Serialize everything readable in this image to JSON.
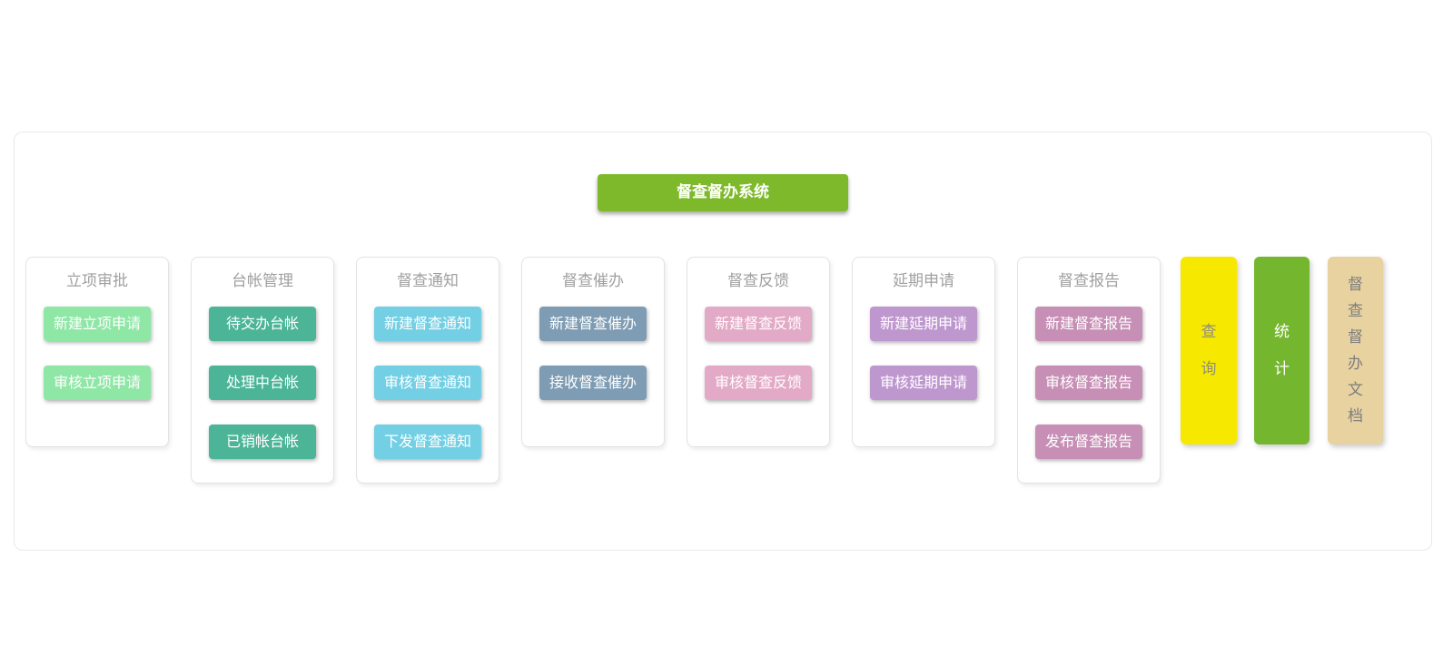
{
  "header": {
    "title": "督查督办系统",
    "color": "#7db92a"
  },
  "groups": [
    {
      "title": "立项审批",
      "color": "#8fe7a6",
      "buttons": [
        "新建立项申请",
        "审核立项申请"
      ]
    },
    {
      "title": "台帐管理",
      "color": "#4cb598",
      "buttons": [
        "待交办台帐",
        "处理中台帐",
        "已销帐台帐"
      ]
    },
    {
      "title": "督查通知",
      "color": "#72cfe4",
      "buttons": [
        "新建督查通知",
        "审核督查通知",
        "下发督查通知"
      ]
    },
    {
      "title": "督查催办",
      "color": "#7e9cb3",
      "buttons": [
        "新建督查催办",
        "接收督查催办"
      ]
    },
    {
      "title": "督查反馈",
      "color": "#e3aac7",
      "buttons": [
        "新建督查反馈",
        "审核督查反馈"
      ]
    },
    {
      "title": "延期申请",
      "color": "#bf97cf",
      "buttons": [
        "新建延期申请",
        "审核延期申请"
      ]
    },
    {
      "title": "督查报告",
      "color": "#c78fb5",
      "buttons": [
        "新建督查报告",
        "审核督查报告",
        "发布督查报告"
      ]
    }
  ],
  "side_buttons": [
    {
      "label": "查询",
      "color": "#f7e800",
      "text_color": "#8c8c85"
    },
    {
      "label": "统计",
      "color": "#74b62e",
      "text_color": "#ffffff"
    },
    {
      "label": "督查督办文档",
      "color": "#e8d2a0",
      "text_color": "#7e7e7e"
    }
  ],
  "panel_title_color": "#a0a0a0"
}
